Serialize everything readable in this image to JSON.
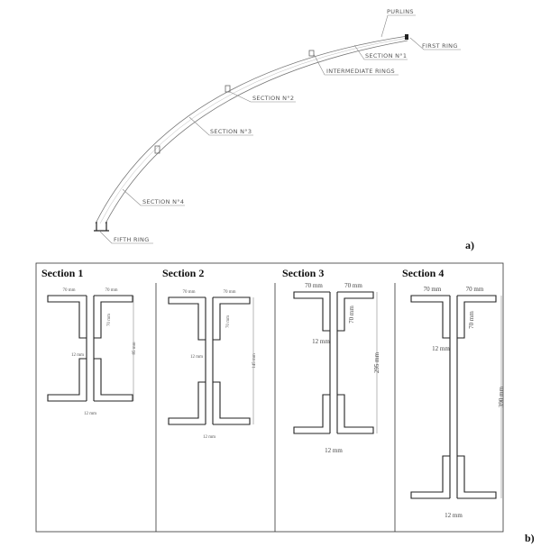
{
  "part_a": {
    "label": "a)",
    "callouts": {
      "purlins": "PURLINS",
      "first_ring": "FIRST RING",
      "section1": "SECTION N°1",
      "intermediate_rings": "INTERMEDIATE RINGS",
      "section2": "SECTION N°2",
      "section3": "SECTION N°3",
      "section4": "SECTION N°4",
      "fifth_ring": "FIFTH RING"
    }
  },
  "part_b": {
    "label": "b)",
    "sections": [
      {
        "title": "Section 1",
        "flange_left": "70 mm",
        "flange_right": "70 mm",
        "stiffener": "70 mm",
        "web": "12 mm",
        "height": "85 mm",
        "bottom": "12 mm"
      },
      {
        "title": "Section 2",
        "flange_left": "70 mm",
        "flange_right": "70 mm",
        "stiffener": "70 mm",
        "web": "12 mm",
        "height": "145 mm",
        "bottom": "12 mm"
      },
      {
        "title": "Section 3",
        "flange_left": "70 mm",
        "flange_right": "70 mm",
        "stiffener": "70 mm",
        "web": "12 mm",
        "height": "295 mm",
        "bottom": "12 mm"
      },
      {
        "title": "Section 4",
        "flange_left": "70 mm",
        "flange_right": "70 mm",
        "stiffener": "70 mm",
        "web": "12 mm",
        "height": "390 mm",
        "bottom": "12 mm"
      }
    ]
  }
}
